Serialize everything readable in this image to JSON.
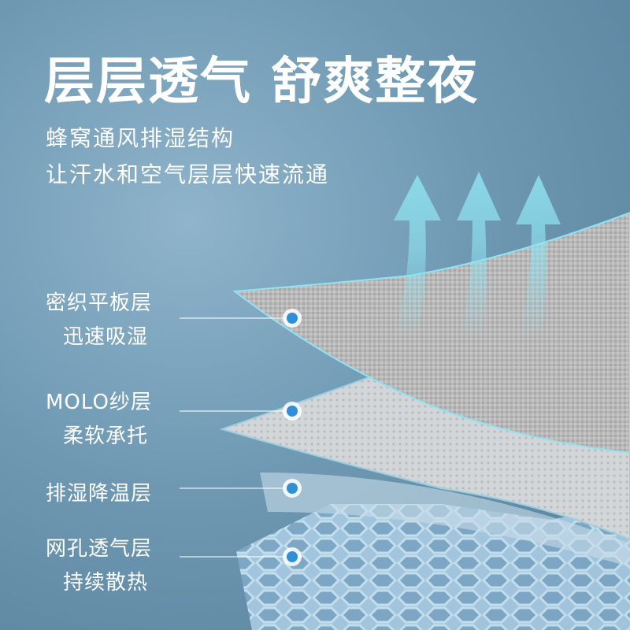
{
  "headline": "层层透气 舒爽整夜",
  "subtitle_line1": "蜂窝通风排湿结构",
  "subtitle_line2": "让汗水和空气层层快速流通",
  "layers": [
    {
      "name": "密织平板层",
      "desc": "迅速吸湿"
    },
    {
      "name": "MOLO纱层",
      "desc": "柔软承托"
    },
    {
      "name": "排湿降温层",
      "desc": ""
    },
    {
      "name": "网孔透气层",
      "desc": "持续散热"
    }
  ],
  "colors": {
    "background": "#6f99b3",
    "text": "#ffffff",
    "marker": "#2f8fd8",
    "arrow": "#8fe3f2"
  }
}
